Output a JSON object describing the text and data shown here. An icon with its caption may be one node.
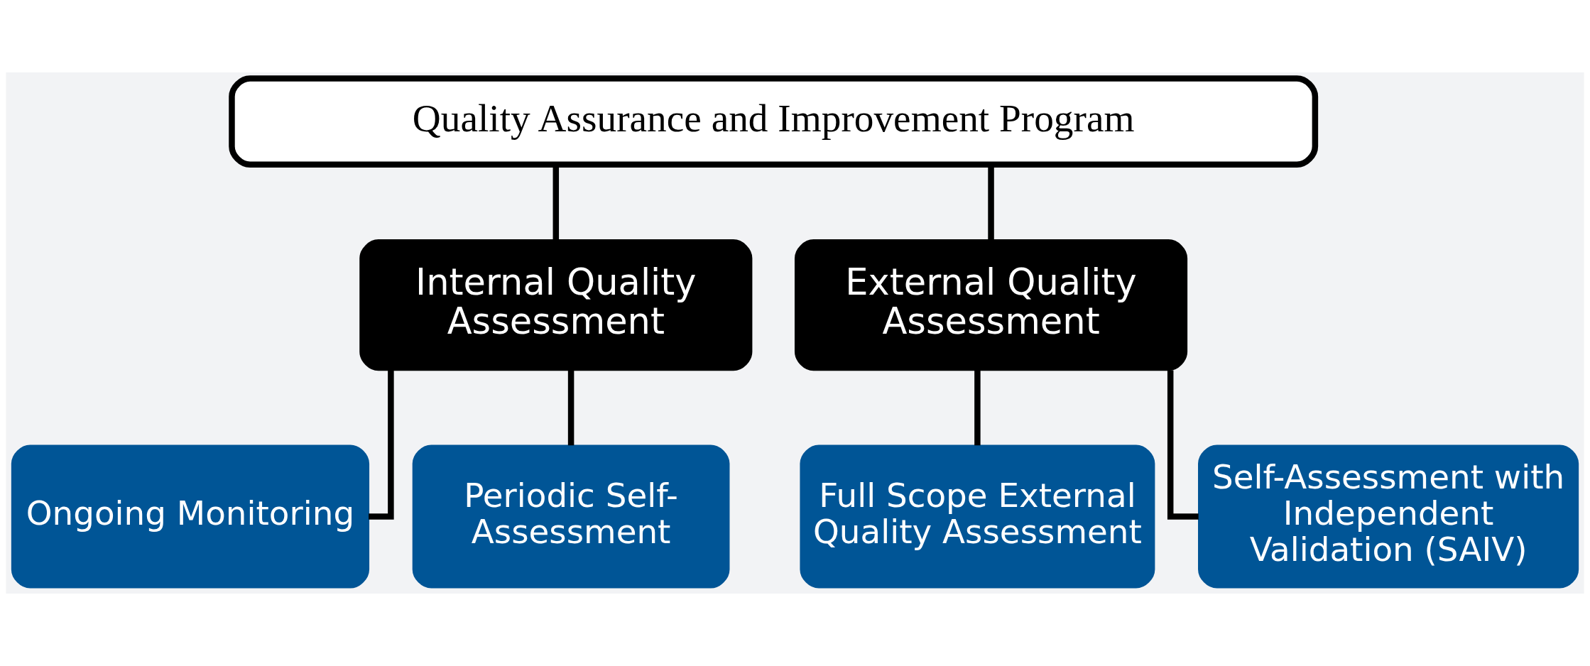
{
  "diagram": {
    "nodes": [
      {
        "text": [
          "Quality Assurance and Improvement Program"
        ]
      },
      {
        "text": [
          "Internal Quality Assessment"
        ]
      },
      {
        "text": [
          "External Quality Assessment"
        ]
      },
      {
        "text": [
          "Ongoing Monitoring"
        ]
      },
      {
        "text": [
          "Periodic Self-Assessment"
        ]
      },
      {
        "text": [
          "Full Scope External Quality Assessment"
        ]
      },
      {
        "text": [
          "Self-Assessment with Independent Validation (SAIV)"
        ]
      }
    ],
    "edges": [
      {
        "from": 0,
        "to": 1,
        "arrow": "none"
      },
      {
        "from": 0,
        "to": 2,
        "arrow": "none"
      },
      {
        "from": 1,
        "to": 3,
        "arrow": "none"
      },
      {
        "from": 1,
        "to": 4,
        "arrow": "none"
      },
      {
        "from": 2,
        "to": 5,
        "arrow": "none"
      },
      {
        "from": 2,
        "to": 6,
        "arrow": "none"
      }
    ]
  }
}
